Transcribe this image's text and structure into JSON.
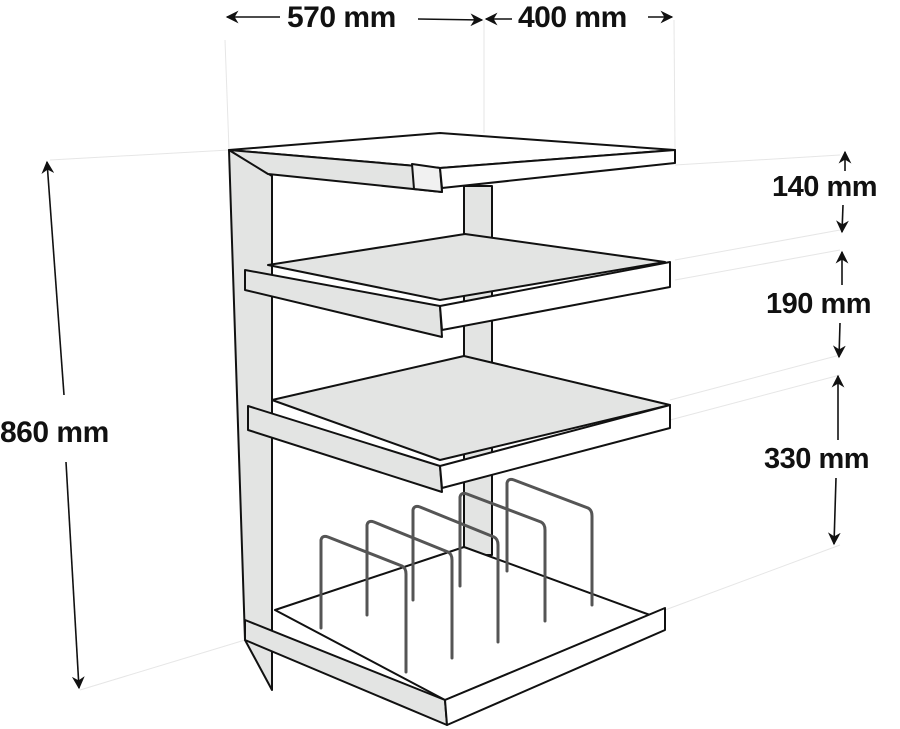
{
  "diagram": {
    "subject": "4-tier hi-fi / equipment rack with record divider rack on bottom shelf",
    "colors": {
      "outline": "#111111",
      "face_light": "#ffffff",
      "face_shaded": "#e3e4e3",
      "guide_lines": "#e6e6e6",
      "wire": "#555555"
    },
    "dimensions": {
      "width": "570 mm",
      "depth": "400 mm",
      "height": "860 mm",
      "gap_top": "140 mm",
      "gap_middle": "190 mm",
      "gap_bottom": "330 mm"
    },
    "shelves": [
      {
        "position": "top"
      },
      {
        "position": "second"
      },
      {
        "position": "third"
      },
      {
        "position": "bottom"
      }
    ],
    "record_dividers": {
      "count": 5
    }
  }
}
